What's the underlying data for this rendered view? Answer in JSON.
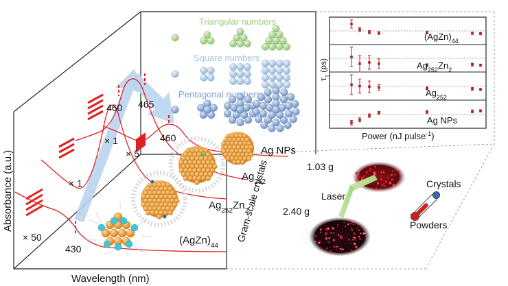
{
  "figure": {
    "axes": {
      "y_label": "Absorbance (a.u.)",
      "x_label": "Wavelength (nm)",
      "side_label": "Gram-scale crystals"
    },
    "sequences": {
      "triangular": "Triangular numbers",
      "square": "Square numbers",
      "pentagonal": "Pentagonal numbers"
    },
    "samples": [
      {
        "name_html": "(AgZn)<tspan baseline-shift=\"sub\" font-size=\"10\">44</tspan>",
        "name": "(AgZn)44"
      },
      {
        "name_html": "Ag<tspan baseline-shift=\"sub\" font-size=\"10\">252</tspan>Zn<tspan baseline-shift=\"sub\" font-size=\"10\">2</tspan>",
        "name": "Ag252Zn2"
      },
      {
        "name_html": "Ag<tspan baseline-shift=\"sub\" font-size=\"10\">252</tspan>",
        "name": "Ag252"
      },
      {
        "name_html": "Ag NPs",
        "name": "Ag NPs"
      }
    ],
    "peaks": [
      "430",
      "460",
      "465",
      "460"
    ],
    "scale_factors": [
      "× 50",
      "× 1",
      "× 1",
      "× 5"
    ],
    "inset": {
      "y_label": "τ",
      "y_label_sub": "1",
      "y_label_unit": "(ps)",
      "x_label": "Power (nJ pulse",
      "x_label_sup": "-1",
      "x_label_end": ")",
      "panels": [
        {
          "label_html": "(AgZn)<tspan baseline-shift=\"sub\" font-size=\"9\">44</tspan>",
          "label": "(AgZn)44",
          "tau": [
            0.75,
            0.55,
            0.45,
            0.42,
            0.44,
            0.41,
            0.4
          ],
          "err": [
            0.15,
            0.08,
            0.06,
            0.05,
            0.05,
            0.04,
            0.04
          ]
        },
        {
          "label_html": "Ag<tspan baseline-shift=\"sub\" font-size=\"9\">252</tspan>Zn<tspan baseline-shift=\"sub\" font-size=\"9\">2</tspan>",
          "label": "Ag252Zn2",
          "tau": [
            0.55,
            0.3,
            0.35,
            0.3,
            0.25,
            0.27,
            0.25
          ],
          "err": [
            0.35,
            0.3,
            0.25,
            0.18,
            0.05,
            0.05,
            0.04
          ]
        },
        {
          "label_html": "Ag<tspan baseline-shift=\"sub\" font-size=\"9\">252</tspan>",
          "label": "Ag252",
          "tau": [
            0.55,
            0.5,
            0.48,
            0.45,
            0.42,
            0.4,
            0.38
          ],
          "err": [
            0.35,
            0.25,
            0.2,
            0.1,
            0.05,
            0.05,
            0.04
          ]
        },
        {
          "label_html": "Ag NPs",
          "label": "Ag NPs",
          "tau": [
            0.2,
            0.3,
            0.45,
            0.55,
            0.58,
            0.6,
            0.62
          ],
          "err": [
            0.08,
            0.07,
            0.06,
            0.05,
            0.05,
            0.05,
            0.04
          ]
        }
      ]
    },
    "synthesis": {
      "mass_top": "1.03 g",
      "mass_bottom": "2.40 g",
      "laser": "Laser",
      "crystals": "Crystals",
      "powders": "Powders"
    }
  },
  "colors": {
    "curve": "#e02020",
    "triangular": "#9ccf7f",
    "square": "#a7c4e4",
    "pentagonal": "#7f9fcf",
    "cluster": "#f0a030",
    "inset_data": "#b02020",
    "arrow": "#b9d4ee"
  }
}
